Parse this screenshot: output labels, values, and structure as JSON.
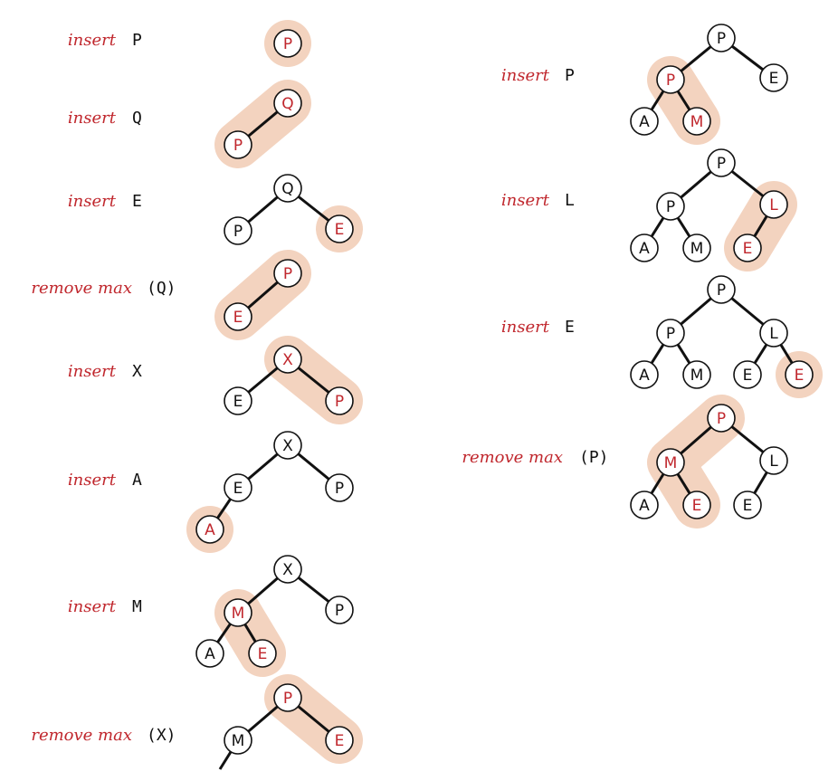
{
  "colors": {
    "highlight": "#f3d3bf",
    "red": "#c0272d",
    "black": "#111111"
  },
  "steps": [
    {
      "op": "insert",
      "arg": "P",
      "nodes": [
        {
          "key": "P",
          "red": true
        }
      ]
    },
    {
      "op": "insert",
      "arg": "Q",
      "nodes": [
        {
          "key": "Q",
          "red": true
        },
        {
          "key": "P",
          "red": true
        }
      ]
    },
    {
      "op": "insert",
      "arg": "E",
      "nodes": [
        {
          "key": "Q",
          "red": false
        },
        {
          "key": "P",
          "red": false
        },
        {
          "key": "E",
          "red": true
        }
      ]
    },
    {
      "op": "remove max",
      "arg": "(Q)",
      "nodes": [
        {
          "key": "P",
          "red": true
        },
        {
          "key": "E",
          "red": true
        }
      ]
    },
    {
      "op": "insert",
      "arg": "X",
      "nodes": [
        {
          "key": "X",
          "red": true
        },
        {
          "key": "E",
          "red": false
        },
        {
          "key": "P",
          "red": true
        }
      ]
    },
    {
      "op": "insert",
      "arg": "A",
      "nodes": [
        {
          "key": "X",
          "red": false
        },
        {
          "key": "E",
          "red": false
        },
        {
          "key": "P",
          "red": false
        },
        {
          "key": "A",
          "red": true
        }
      ]
    },
    {
      "op": "insert",
      "arg": "M",
      "nodes": [
        {
          "key": "X",
          "red": false
        },
        {
          "key": "M",
          "red": true
        },
        {
          "key": "P",
          "red": false
        },
        {
          "key": "A",
          "red": false
        },
        {
          "key": "E",
          "red": true
        }
      ]
    },
    {
      "op": "remove max",
      "arg": "(X)",
      "nodes": [
        {
          "key": "P",
          "red": true
        },
        {
          "key": "M",
          "red": false
        },
        {
          "key": "E",
          "red": true
        }
      ]
    },
    {
      "op": "insert",
      "arg": "P",
      "nodes": [
        {
          "key": "P",
          "red": false
        },
        {
          "key": "P",
          "red": true
        },
        {
          "key": "E",
          "red": false
        },
        {
          "key": "A",
          "red": false
        },
        {
          "key": "M",
          "red": true
        }
      ]
    },
    {
      "op": "insert",
      "arg": "L",
      "nodes": [
        {
          "key": "P",
          "red": false
        },
        {
          "key": "P",
          "red": false
        },
        {
          "key": "L",
          "red": true
        },
        {
          "key": "A",
          "red": false
        },
        {
          "key": "M",
          "red": false
        },
        {
          "key": "E",
          "red": true
        }
      ]
    },
    {
      "op": "insert",
      "arg": "E",
      "nodes": [
        {
          "key": "P",
          "red": false
        },
        {
          "key": "P",
          "red": false
        },
        {
          "key": "L",
          "red": false
        },
        {
          "key": "A",
          "red": false
        },
        {
          "key": "M",
          "red": false
        },
        {
          "key": "E",
          "red": false
        },
        {
          "key": "E",
          "red": true
        }
      ]
    },
    {
      "op": "remove max",
      "arg": "(P)",
      "nodes": [
        {
          "key": "P",
          "red": true
        },
        {
          "key": "M",
          "red": true
        },
        {
          "key": "L",
          "red": false
        },
        {
          "key": "A",
          "red": false
        },
        {
          "key": "E",
          "red": true
        },
        {
          "key": "E",
          "red": false
        }
      ]
    }
  ]
}
